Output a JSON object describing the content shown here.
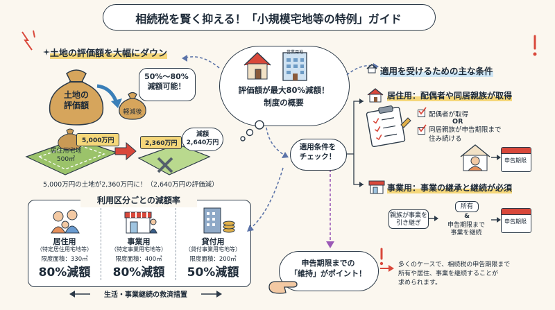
{
  "title": "相続税を賢く抑える！「小規模宅地等の特例」ガイド",
  "center": {
    "building_sign": "営業用地",
    "line1": "評価額が最大80%減額！",
    "line2": "制度の概要"
  },
  "left_section": {
    "heading": "土地の評価額を大幅にダウン",
    "bag_large": "土地の\n評価額",
    "bag_small": "軽減後",
    "speech": "50%～80%\n減額可能！",
    "plot_label": "居住用宅地\n500㎡",
    "price_before": "5,000万円",
    "price_after": "2,360万円",
    "reduction": "減額\n2,640万円",
    "summary": "5,000万円の土地が2,360万円に！（2,640万円の評価減）"
  },
  "usage_table": {
    "heading": "利用区分ごとの減額率",
    "columns": [
      {
        "name": "居住用",
        "sub": "（特定居住用宅地等）",
        "limit": "限度面積：330㎡",
        "rate": "80%減額"
      },
      {
        "name": "事業用",
        "sub": "（特定事業用宅地等）",
        "limit": "限度面積：400㎡",
        "rate": "80%減額"
      },
      {
        "name": "貸付用",
        "sub": "（貸付事業用宅地等）",
        "limit": "限度面積：200㎡",
        "rate": "50%減額"
      }
    ],
    "footer": "生活・事業継続の救済措置"
  },
  "check_bubble": "適用条件を\nチェック！",
  "conditions": {
    "heading": "適用を受けるための主な条件",
    "residential": {
      "title": "居住用：配偶者や同居親族が取得",
      "check1": "配偶者が取得",
      "or": "OR",
      "check2": "同居親族が申告期限まで\n住み続ける",
      "calendar": "申告期限"
    },
    "business": {
      "title": "事業用：事業の継承と継続が必須",
      "box1": "親族が事業を\n引き継ぎ",
      "box2": "所有",
      "amp": "&",
      "box3": "申告期限まで\n事業を継続",
      "calendar": "申告期限"
    }
  },
  "deadline": {
    "bubble": "申告期限までの\n「維持」がポイント！",
    "note": "多くのケースで、相続税の申告期限まで\n所有や居住、事業を継続することが\n求められます。"
  },
  "colors": {
    "accent_yellow": "#f5d77a",
    "red": "#d9483b",
    "navy": "#1d2a38",
    "grass": "#9bc36a",
    "paper": "#fbf7ef"
  }
}
